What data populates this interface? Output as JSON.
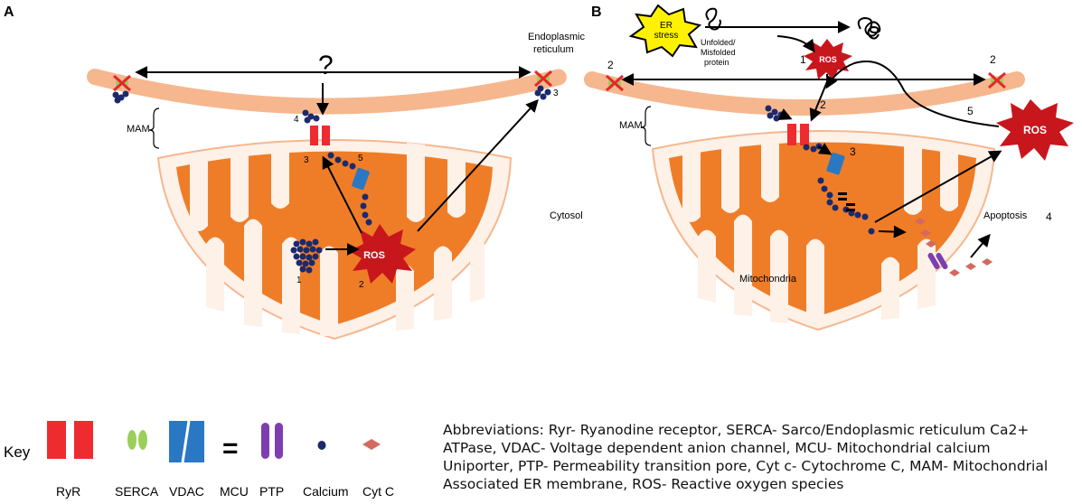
{
  "panel_a": {
    "label": "A",
    "question_mark": "?",
    "er_label_line1": "Endoplasmic",
    "er_label_line2": "reticulum",
    "mam_label": "MAM",
    "cytosol_label": "Cytosol",
    "ros_label": "ROS",
    "step_1": "1",
    "step_2": "2",
    "step_3a": "3",
    "step_3b": "3",
    "step_4": "4",
    "step_5": "5"
  },
  "panel_b": {
    "label": "B",
    "er_stress_line1": "ER",
    "er_stress_line2": "stress",
    "unfolded_line1": "Unfolded/",
    "unfolded_line2": "Misfolded",
    "unfolded_line3": "protein",
    "ros_small_label": "ROS",
    "ros_large_label": "ROS",
    "mam_label": "MAM",
    "mitochondria_label": "Mitochondria",
    "apoptosis_label": "Apoptosis",
    "step_1": "1",
    "step_2_left": "2",
    "step_2_right": "2",
    "step_2_center": "2",
    "step_3": "3",
    "step_4": "4",
    "step_5": "5"
  },
  "key": {
    "title": "Key",
    "ryr": "RyR",
    "serca": "SERCA",
    "vdac": "VDAC",
    "mcu_symbol": "=",
    "mcu": "MCU",
    "ptp": "PTP",
    "calcium": "Calcium",
    "cytc": "Cyt C"
  },
  "abbreviations": {
    "line1": "Abbreviations: Ryr- Ryanodine receptor, SERCA- Sarco/Endoplasmic reticulum Ca2+",
    "line2": "ATPase, VDAC- Voltage dependent anion channel, MCU- Mitochondrial calcium",
    "line3": "Uniporter, PTP- Permeability transition pore, Cyt c- Cytochrome C, MAM- Mitochondrial",
    "line4": "Associated ER membrane, ROS- Reactive oxygen species"
  },
  "colors": {
    "ryr": "#ee2b2f",
    "serca": "#9bcf5a",
    "vdac": "#2a78c4",
    "ptp": "#7d3fb0",
    "calcium": "#1c2a6b",
    "cytc": "#d4695f",
    "ros": "#c8161d",
    "mito_orange": "#ef7d28",
    "mito_cream": "#fdf1e8",
    "membrane": "#f6b78e",
    "er_stress": "#fff200",
    "red_x": "#e8262a"
  }
}
